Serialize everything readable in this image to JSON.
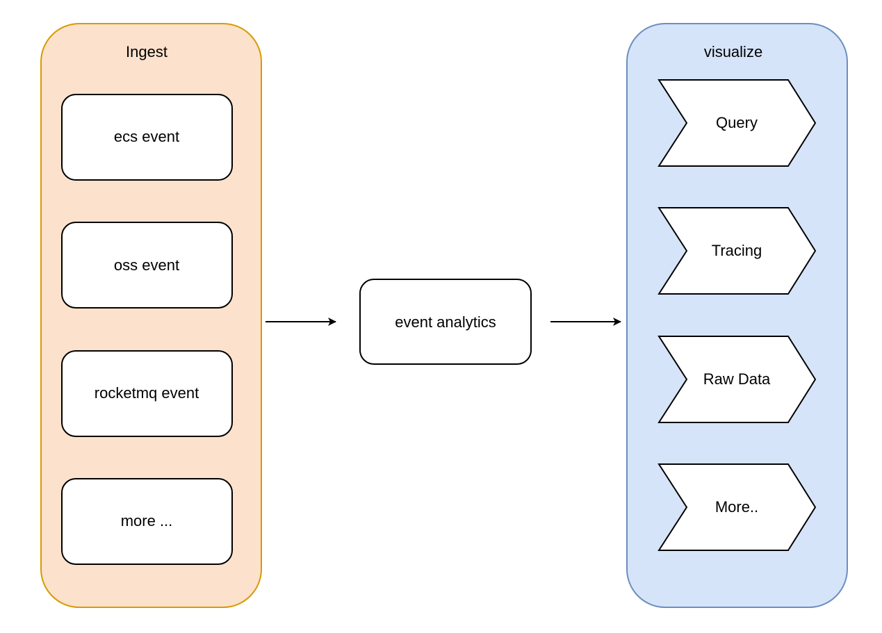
{
  "diagram": {
    "ingest": {
      "title": "Ingest",
      "fill": "#fce1cc",
      "stroke": "#d79b00",
      "items": [
        {
          "label": "ecs event"
        },
        {
          "label": "oss event"
        },
        {
          "label": "rocketmq event"
        },
        {
          "label": "more ..."
        }
      ]
    },
    "center": {
      "label": "event analytics"
    },
    "visualize": {
      "title": "visualize",
      "fill": "#d6e4fa",
      "stroke": "#6c8ebf",
      "items": [
        {
          "label": "Query"
        },
        {
          "label": "Tracing"
        },
        {
          "label": "Raw Data"
        },
        {
          "label": "More.."
        }
      ]
    },
    "colors": {
      "box_fill": "#ffffff",
      "box_stroke": "#000000",
      "arrow": "#000000"
    }
  }
}
